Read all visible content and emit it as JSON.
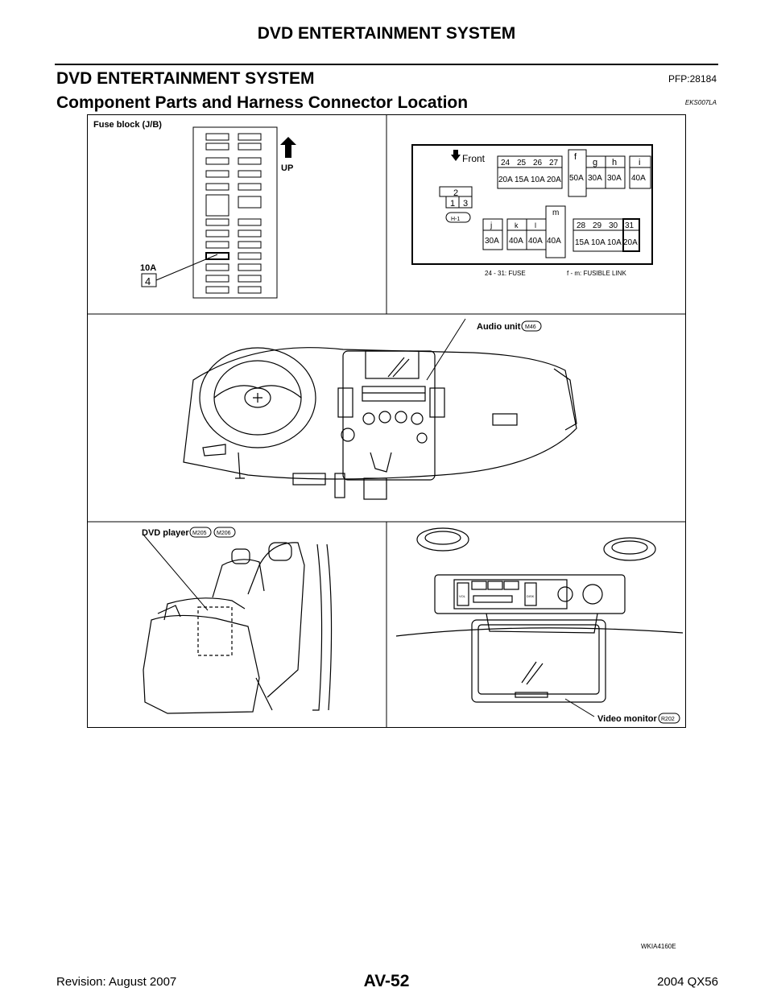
{
  "header": {
    "section_title": "DVD ENTERTAINMENT SYSTEM"
  },
  "page": {
    "title": "DVD ENTERTAINMENT SYSTEM",
    "pfp": "PFP:28184",
    "subtitle": "Component Parts and Harness Connector Location",
    "doc_code": "EKS007LA"
  },
  "figure": {
    "fuse_block_label": "Fuse block (J/B)",
    "up_label": "UP",
    "fuse_rating": "10A",
    "fuse_number": "4",
    "front_label": "Front",
    "connector_label": "H-1",
    "connector_pins": [
      "2",
      "1",
      "3"
    ],
    "fuse_numbers_top": [
      "24",
      "25",
      "26",
      "27"
    ],
    "fuse_amps_top": [
      "20A",
      "15A",
      "10A",
      "20A"
    ],
    "fusible_links_top": [
      {
        "letter": "f",
        "amp": "50A"
      },
      {
        "letter": "g",
        "amp": "30A"
      },
      {
        "letter": "h",
        "amp": "30A"
      },
      {
        "letter": "i",
        "amp": "40A"
      }
    ],
    "fusible_links_bottom": [
      {
        "letter": "j",
        "amp": "30A"
      },
      {
        "letter": "k",
        "amp": "40A"
      },
      {
        "letter": "l",
        "amp": "40A"
      },
      {
        "letter": "m",
        "amp": "40A"
      }
    ],
    "fuse_numbers_bottom": [
      "28",
      "29",
      "30",
      "31"
    ],
    "fuse_amps_bottom": [
      "15A",
      "10A",
      "10A",
      "20A"
    ],
    "legend_fuse": "24 - 31: FUSE",
    "legend_link": "f - m: FUSIBLE LINK",
    "audio_unit_label": "Audio unit",
    "audio_unit_connector": "M46",
    "dvd_player_label": "DVD player",
    "dvd_player_connectors": [
      "M205",
      "M206"
    ],
    "video_monitor_label": "Video monitor",
    "video_monitor_connector": "R202",
    "vol_label": "VOL",
    "disk_label": "DISK",
    "figure_id": "WKIA4160E"
  },
  "footer": {
    "revision": "Revision: August 2007",
    "page_number": "AV-52",
    "model": "2004 QX56"
  }
}
